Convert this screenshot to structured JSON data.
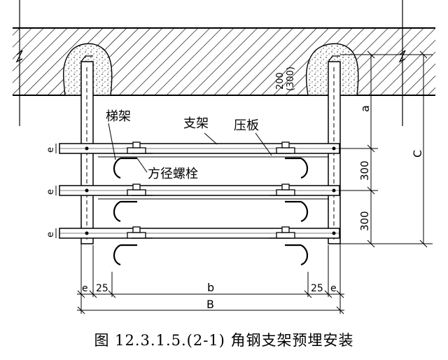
{
  "labels": {
    "ladder_frame": "梯架",
    "support": "支架",
    "pressing_plate": "压板",
    "square_neck_bolt": "方径螺栓"
  },
  "dimensions": {
    "top_embed_1": "200",
    "top_embed_2": "(300)",
    "a": "a",
    "spacing_1": "300",
    "spacing_2": "300",
    "c": "C",
    "e_vertical": "e",
    "e_left": "e",
    "left_25": "25",
    "b": "b",
    "right_25": "25",
    "e_right": "e",
    "B": "B"
  },
  "caption": "图 12.3.1.5.(2-1) 角钢支架预埋安装"
}
